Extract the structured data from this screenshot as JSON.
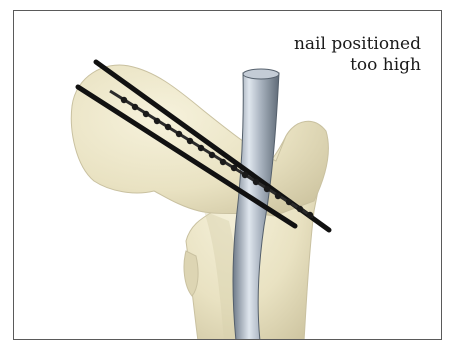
{
  "caption": {
    "line1": "nail positioned",
    "line2": "too high"
  },
  "colors": {
    "bone": "#ece6c8",
    "bone_shadow": "#c9c1a0",
    "nail": "#98a4b1",
    "nail_highlight": "#dfe6ee",
    "guide_line": "#111111"
  },
  "icons": [
    "femur-illustration",
    "intramedullary-nail",
    "lag-screw",
    "guide-wire"
  ]
}
